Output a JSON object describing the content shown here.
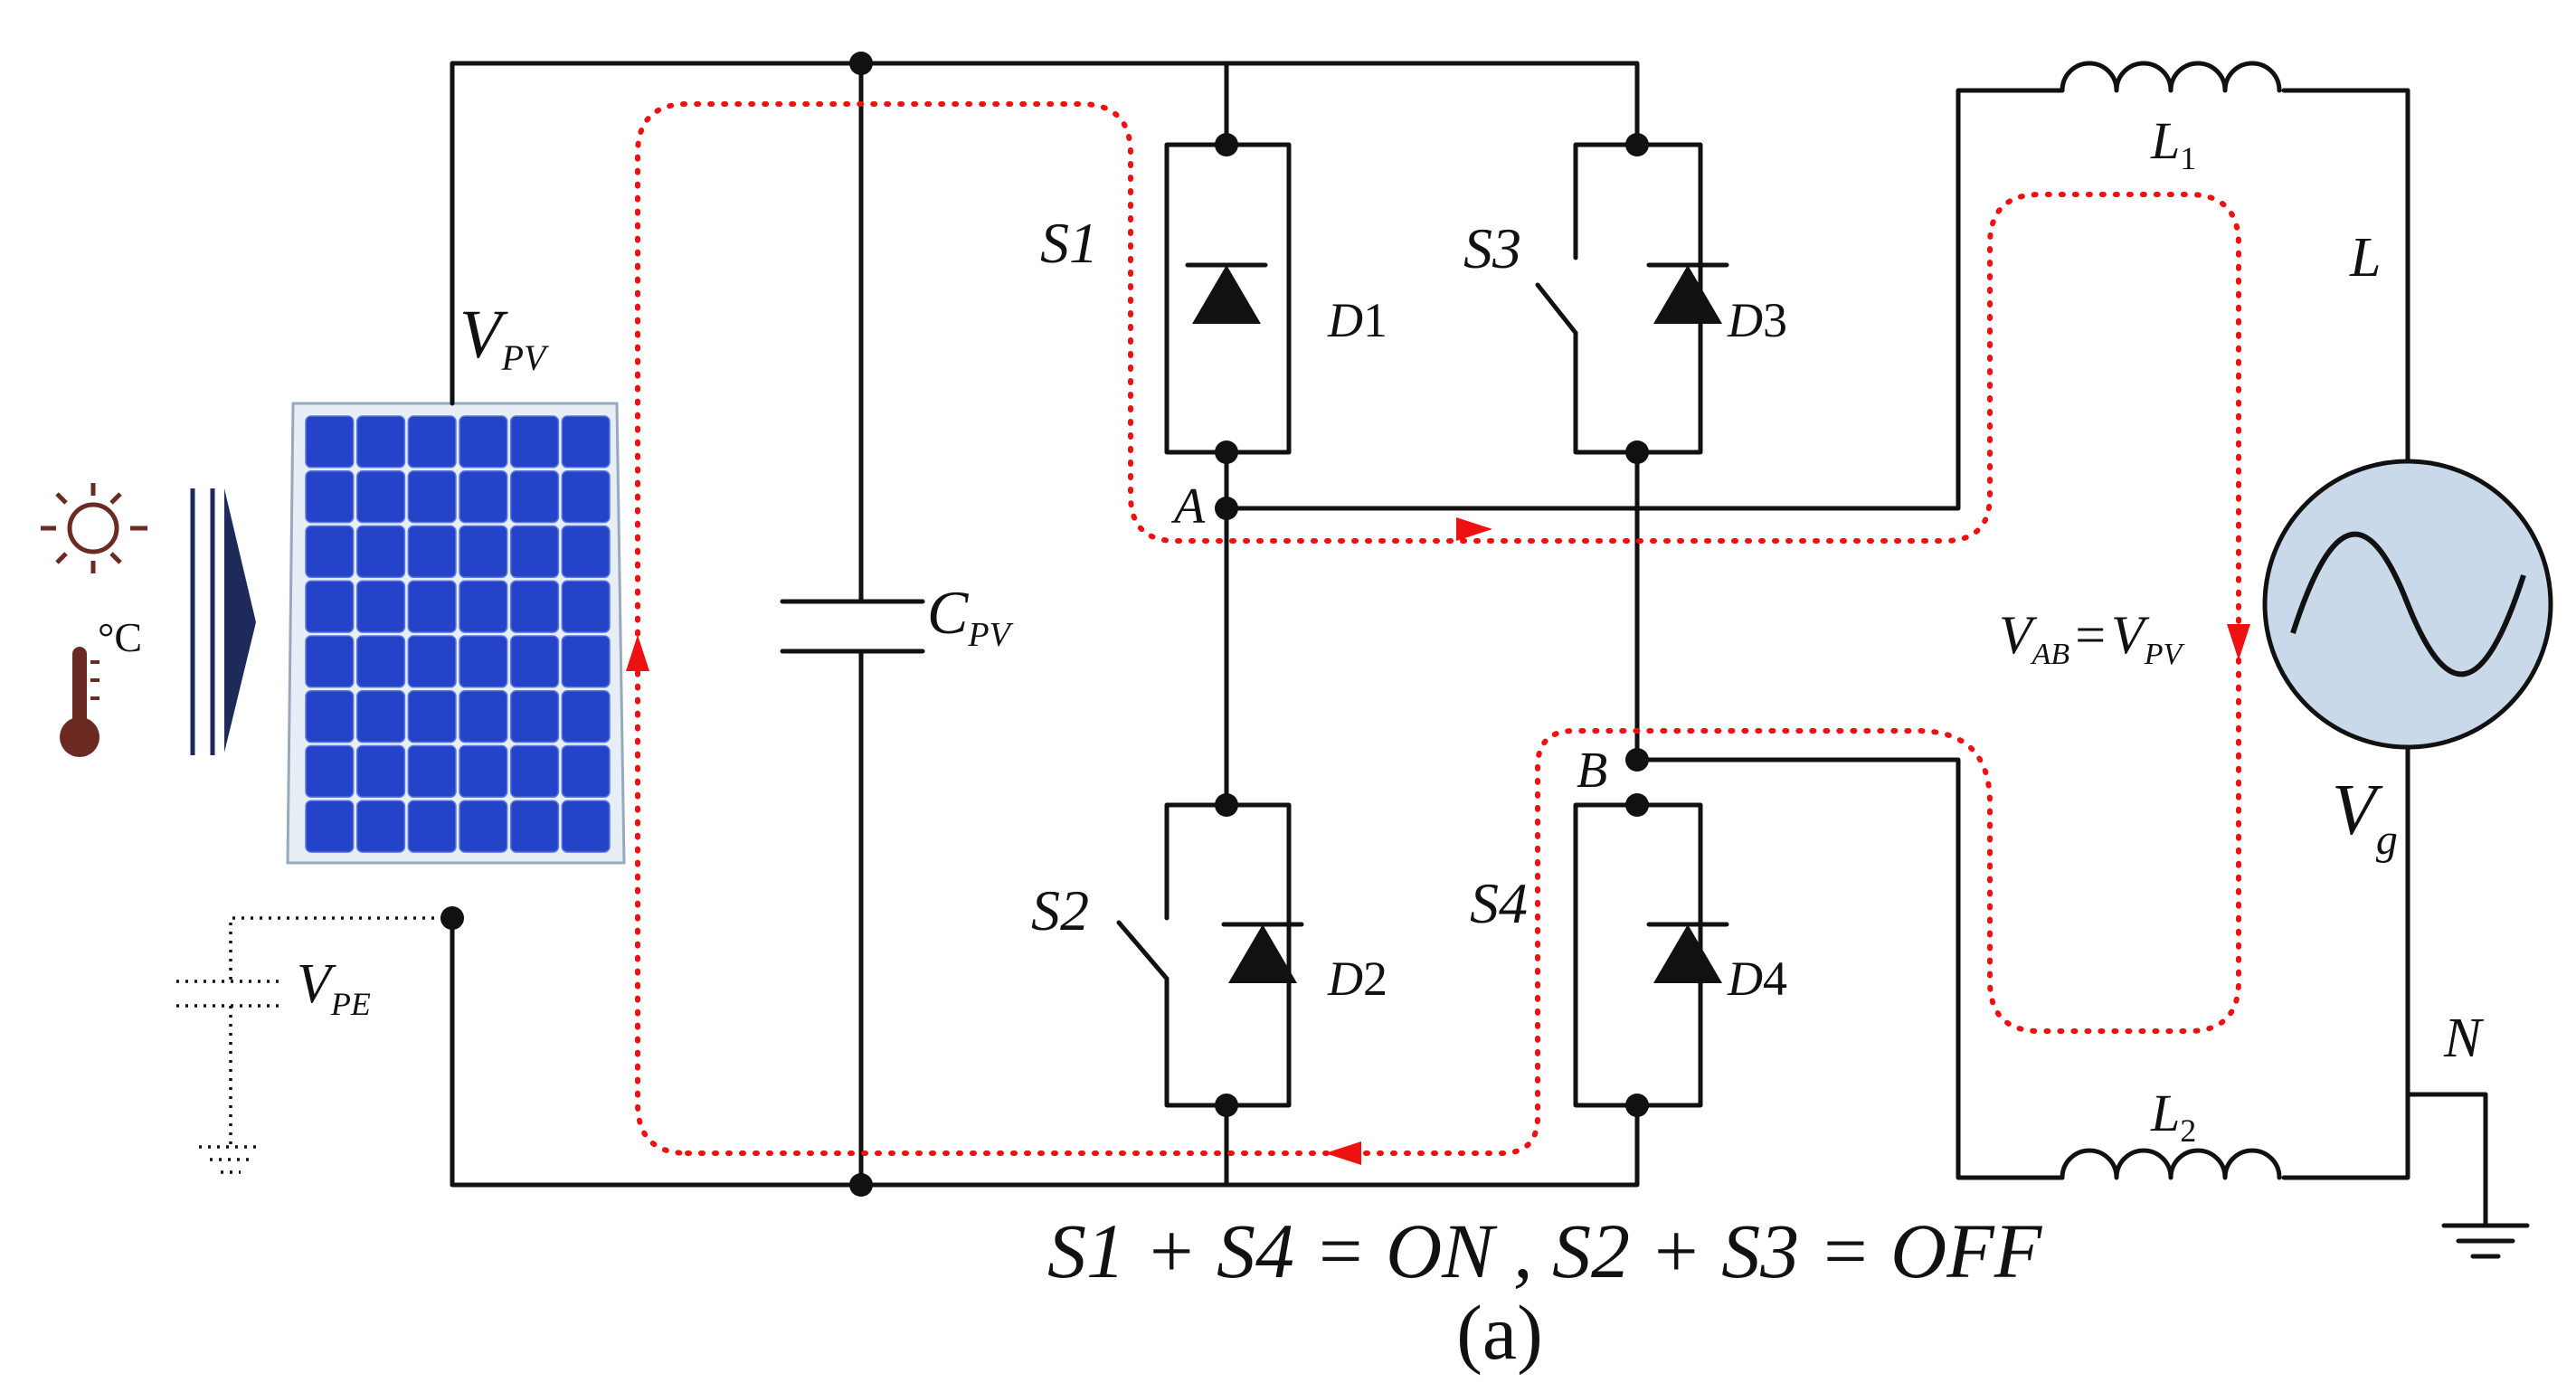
{
  "labels": {
    "s1": "S1",
    "s2": "S2",
    "s3": "S3",
    "s4": "S4",
    "d1_prefix": "D",
    "d1_num": "1",
    "d2_prefix": "D",
    "d2_num": "2",
    "d3_prefix": "D",
    "d3_num": "3",
    "d4_prefix": "D",
    "d4_num": "4",
    "node_a": "A",
    "node_b": "B",
    "vpv_main": "V",
    "vpv_sub": "PV",
    "cpv_main": "C",
    "cpv_sub": "PV",
    "vpe_main": "V",
    "vpe_sub": "PE",
    "l1_main": "L",
    "l1_sub": "1",
    "l2_main": "L",
    "l2_sub": "2",
    "line_l": "L",
    "neutral_n": "N",
    "vg_main": "V",
    "vg_sub": "g",
    "vab_left_main": "V",
    "vab_left_sub": "AB",
    "vab_eq": "=",
    "vab_right_main": "V",
    "vab_right_sub": "PV",
    "temp_unit": "°C"
  },
  "caption": {
    "state_line": "S1 + S4 = ON , S2 + S3 = OFF",
    "sub_label": "(a)"
  },
  "colors": {
    "wire": "#111111",
    "current_path": "#ee1111",
    "panel_cell": "#2443c9",
    "grid_source_fill": "#c9d9ea",
    "sun_temp_icon": "#6b2a22",
    "direction_arrow": "#1e2a5a"
  },
  "icons": {
    "sun": "sun-icon",
    "thermometer": "thermometer-icon",
    "arrow": "irradiance-arrow-icon",
    "panel": "solar-panel-icon",
    "source": "ac-source-icon",
    "ground": "ground-icon"
  }
}
